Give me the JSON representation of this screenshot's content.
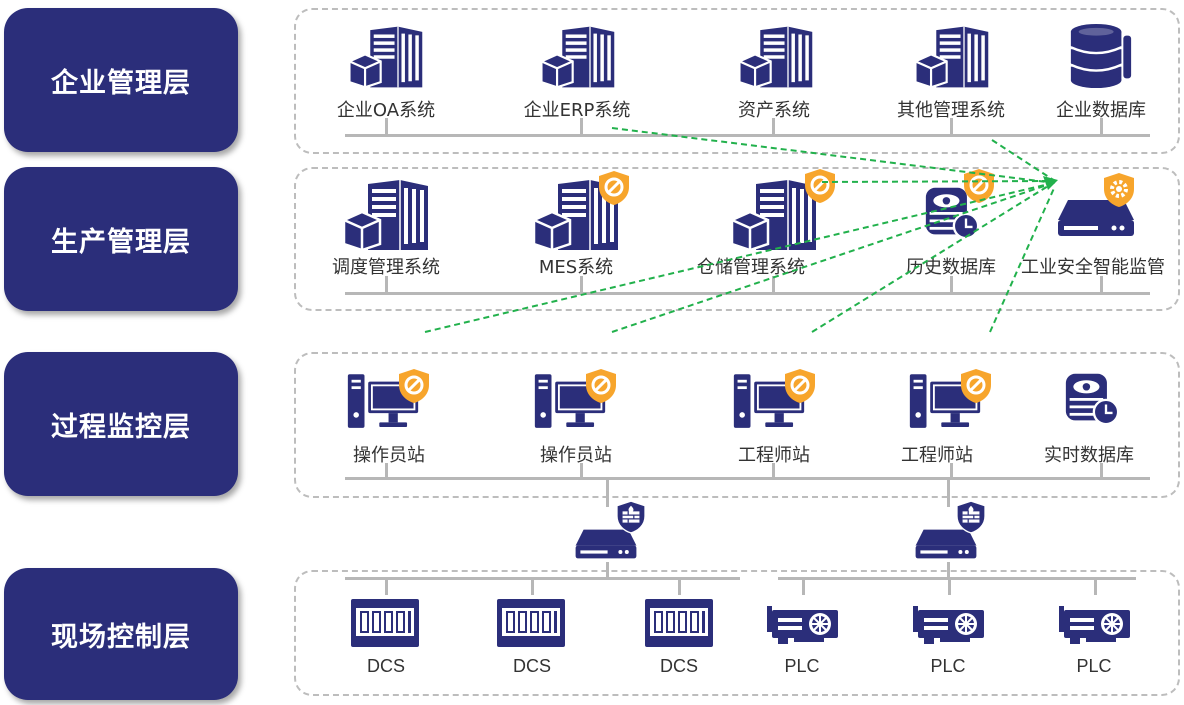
{
  "layers": [
    {
      "label": "企业管理层"
    },
    {
      "label": "生产管理层"
    },
    {
      "label": "过程监控层"
    },
    {
      "label": "现场控制层"
    }
  ],
  "enterprise": [
    {
      "label": "企业OA系统",
      "icon": "server-icon"
    },
    {
      "label": "企业ERP系统",
      "icon": "server-icon"
    },
    {
      "label": "资产系统",
      "icon": "server-icon"
    },
    {
      "label": "其他管理系统",
      "icon": "server-icon"
    },
    {
      "label": "企业数据库",
      "icon": "database-icon"
    }
  ],
  "production": [
    {
      "label": "调度管理系统",
      "icon": "server-icon"
    },
    {
      "label": "MES系统",
      "icon": "server-icon"
    },
    {
      "label": "仓储管理系统",
      "icon": "server-icon"
    },
    {
      "label": "历史数据库",
      "icon": "history-database-icon"
    },
    {
      "label": "工业安全智能监管",
      "icon": "security-monitor-icon"
    }
  ],
  "process": [
    {
      "label": "操作员站",
      "icon": "workstation-icon"
    },
    {
      "label": "操作员站",
      "icon": "workstation-icon"
    },
    {
      "label": "工程师站",
      "icon": "workstation-icon"
    },
    {
      "label": "工程师站",
      "icon": "workstation-icon"
    },
    {
      "label": "实时数据库",
      "icon": "realtime-database-icon"
    }
  ],
  "field": [
    {
      "label": "DCS",
      "icon": "dcs-icon"
    },
    {
      "label": "DCS",
      "icon": "dcs-icon"
    },
    {
      "label": "DCS",
      "icon": "dcs-icon"
    },
    {
      "label": "PLC",
      "icon": "plc-icon"
    },
    {
      "label": "PLC",
      "icon": "plc-icon"
    },
    {
      "label": "PLC",
      "icon": "plc-icon"
    }
  ],
  "colors": {
    "navy": "#2b2e7a",
    "shield_orange": "#f7a52c",
    "flow_green": "#22b14c",
    "bus_gray": "#b7b7b7",
    "zone_border": "#bdbdbd"
  }
}
